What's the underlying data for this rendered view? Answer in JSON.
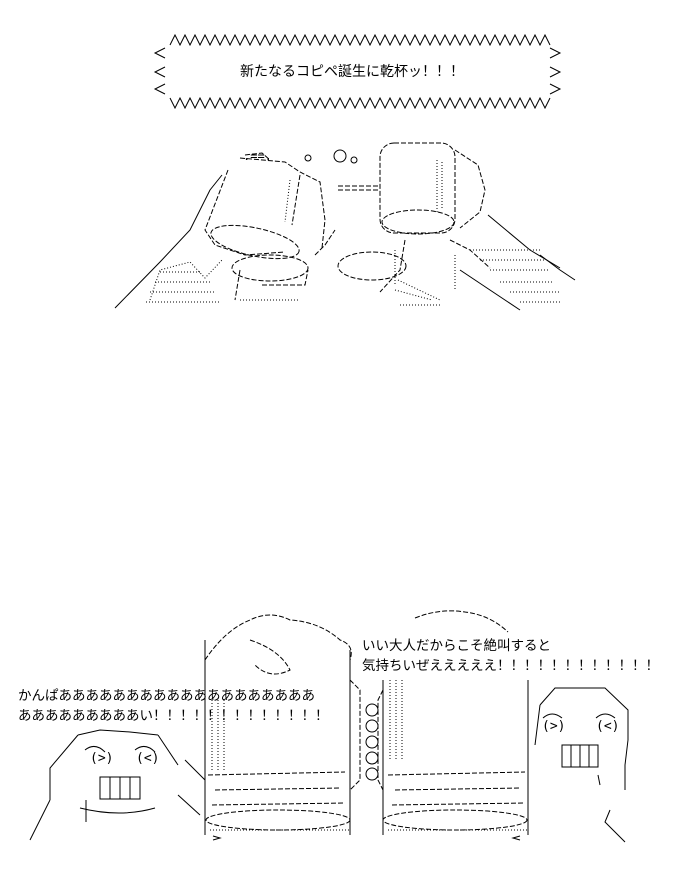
{
  "top_panel": {
    "banner_text": "新たなるコピペ誕生に乾杯ッ！！！"
  },
  "bottom_panel": {
    "left_shout_line1": "かんぱあああああああああああああああああああ",
    "left_shout_line2": "あああああああああい！！！！！！！！！！！！！",
    "right_shout_line1": "いい大人だからこそ絶叫すると",
    "right_shout_line2": "気持ちいぜえええええ！！！！！！！！！！！！"
  },
  "icons": [
    "beer-mugs-toast-icon",
    "beer-mug-icon",
    "laughing-face-icon"
  ]
}
